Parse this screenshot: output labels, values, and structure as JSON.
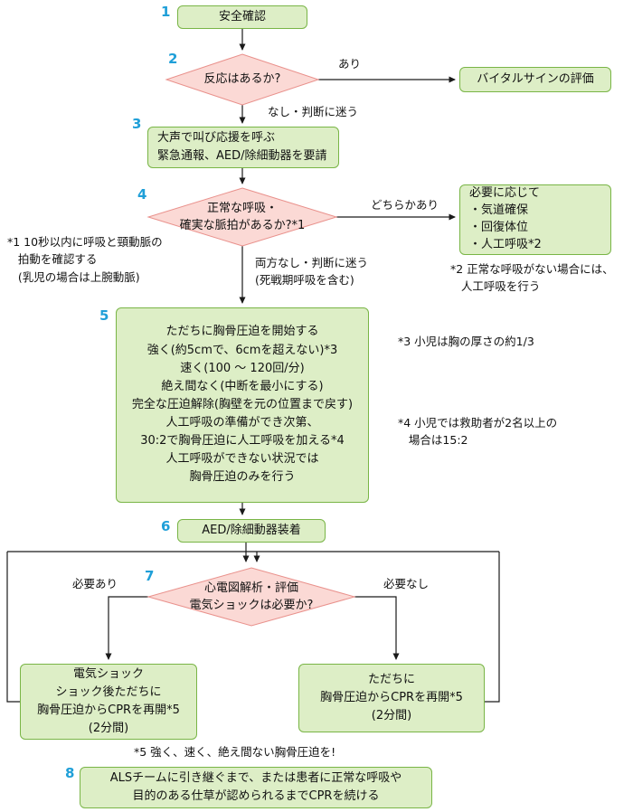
{
  "colors": {
    "green_fill": "#ddeec6",
    "green_border": "#79b546",
    "pink_fill": "#fbd9d5",
    "pink_border": "#e9918c",
    "number_blue": "#1f9fd8",
    "line": "#1a1a1a"
  },
  "nodes": {
    "step1_num": "1",
    "step1": "安全確認",
    "step2_num": "2",
    "step2": "反応はあるか?",
    "vital": "バイタルサインの評価",
    "step3_num": "3",
    "step3": "大声で叫び応援を呼ぶ\n緊急通報、AED/除細動器を要請",
    "step4_num": "4",
    "step4": "正常な呼吸・\n確実な脈拍があるか?*1",
    "need": "必要に応じて\n・気道確保\n・回復体位\n・人工呼吸*2",
    "step5_num": "5",
    "step5": "ただちに胸骨圧迫を開始する\n強く(約5cmで、6cmを超えない)*3\n速く(100 〜 120回/分)\n絶え間なく(中断を最小にする)\n完全な圧迫解除(胸壁を元の位置まで戻す)\n人工呼吸の準備ができ次第、\n30:2で胸骨圧迫に人工呼吸を加える*4\n人工呼吸ができない状況では\n胸骨圧迫のみを行う",
    "step6_num": "6",
    "step6": "AED/除細動器装着",
    "step7_num": "7",
    "step7": "心電図解析・評価\n電気ショックは必要か?",
    "shock": "電気ショック\nショック後ただちに\n胸骨圧迫からCPRを再開*5\n(2分間)",
    "noshock": "ただちに\n胸骨圧迫からCPRを再開*5\n(2分間)",
    "step8_num": "8",
    "step8": "ALSチームに引き継ぐまで、または患者に正常な呼吸や\n目的のある仕草が認められるまでCPRを続ける"
  },
  "edge_labels": {
    "yes_response": "あり",
    "no_response": "なし・判断に迷う",
    "either": "どちらかあり",
    "both_none": "両方なし・判断に迷う\n(死戦期呼吸を含む)",
    "shock_needed": "必要あり",
    "shock_not_needed": "必要なし"
  },
  "notes": {
    "n1": "*1 10秒以内に呼吸と頸動脈の\n   拍動を確認する\n   (乳児の場合は上腕動脈)",
    "n2": "*2 正常な呼吸がない場合には、\n   人工呼吸を行う",
    "n3": "*3 小児は胸の厚さの約1/3",
    "n4": "*4 小児では救助者が2名以上の\n   場合は15:2",
    "n5": "*5 強く、速く、絶え間ない胸骨圧迫を!"
  }
}
